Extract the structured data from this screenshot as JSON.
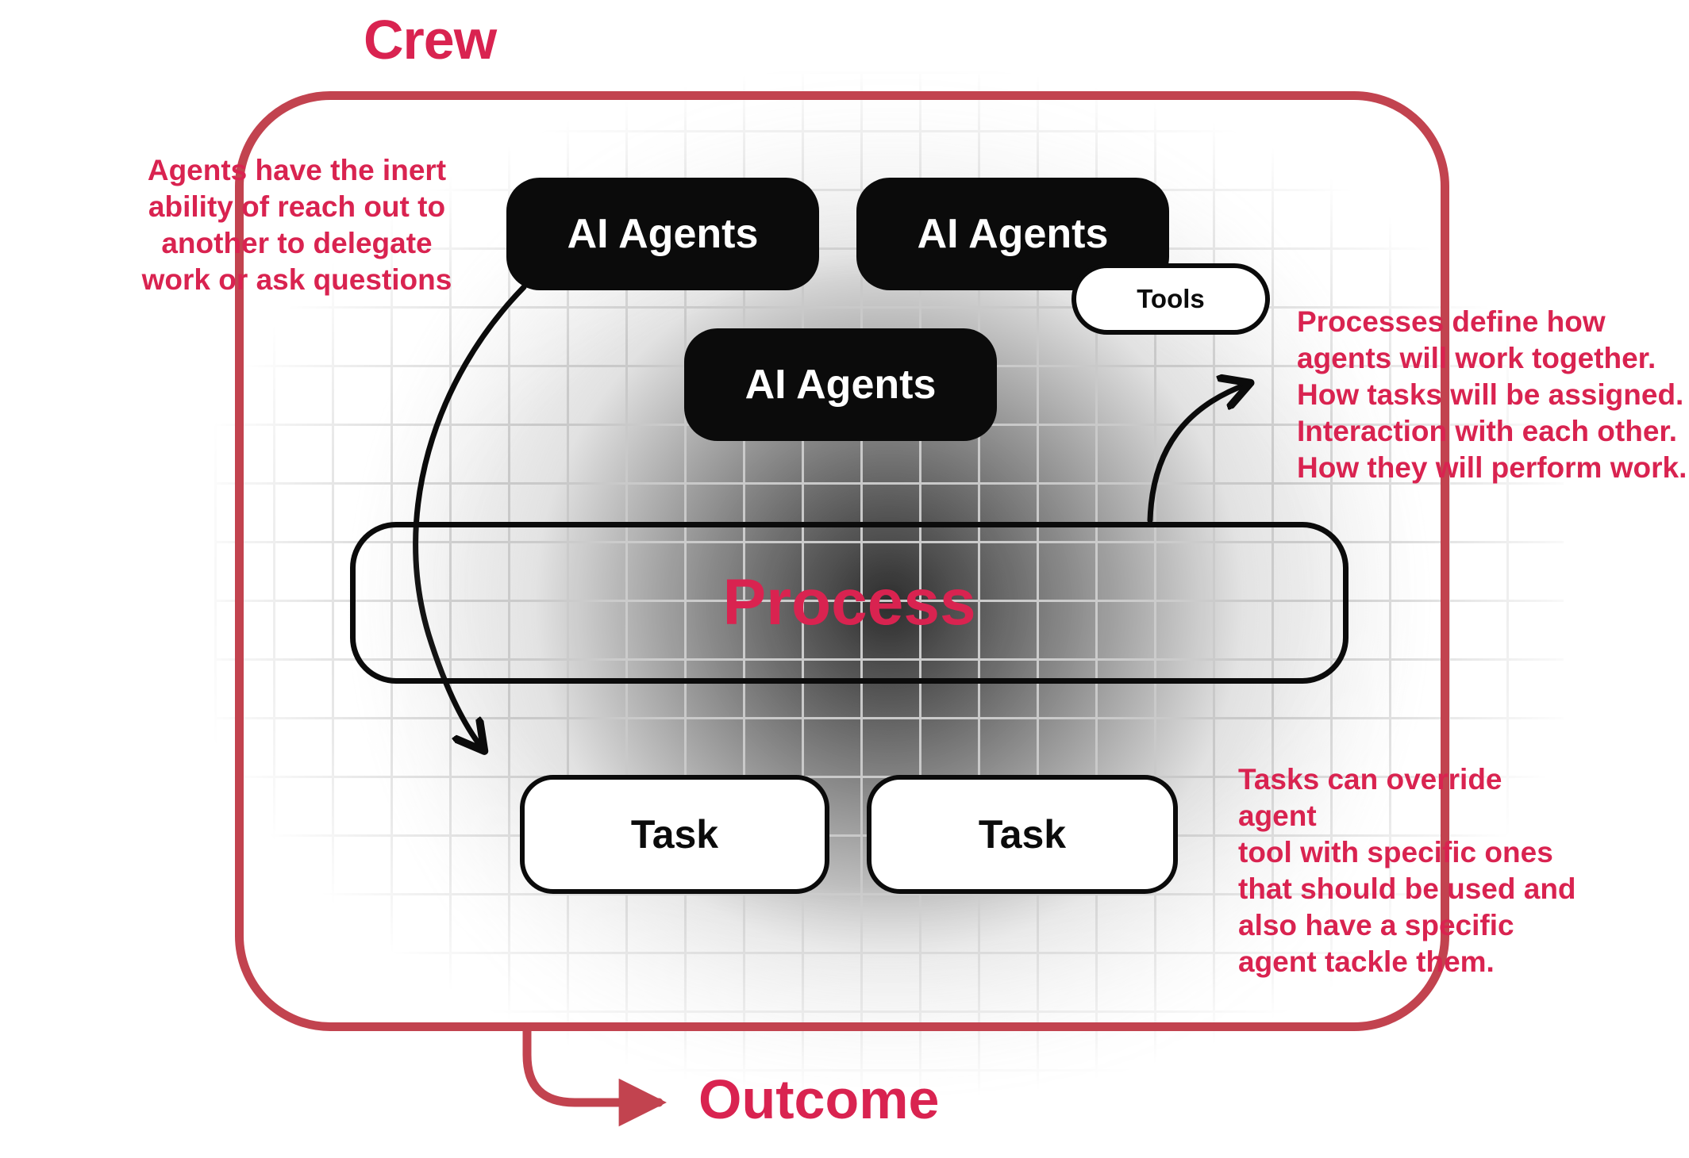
{
  "colors": {
    "accent": "#d92350",
    "crew_border": "#c2434f",
    "box_black": "#0b0b0b",
    "grid_line": "#c9c9c9"
  },
  "crew": {
    "label": "Crew"
  },
  "boxes": {
    "agent1": "AI Agents",
    "agent2": "AI Agents",
    "agent3": "AI Agents",
    "tools": "Tools",
    "process": "Process",
    "task1": "Task",
    "task2": "Task"
  },
  "annotations": {
    "delegate_note": [
      "Agents have the inert",
      "ability of reach out to",
      "another to delegate",
      "work or ask questions"
    ],
    "process_note": [
      "Processes define how",
      "agents will work together.",
      "How tasks will be assigned.",
      "Interaction with each other.",
      "How they will perform work."
    ],
    "task_note": [
      "Tasks can override agent",
      "tool with specific ones",
      "that should be used and",
      "also have a specific",
      "agent tackle them."
    ]
  },
  "outcome": {
    "label": "Outcome"
  }
}
